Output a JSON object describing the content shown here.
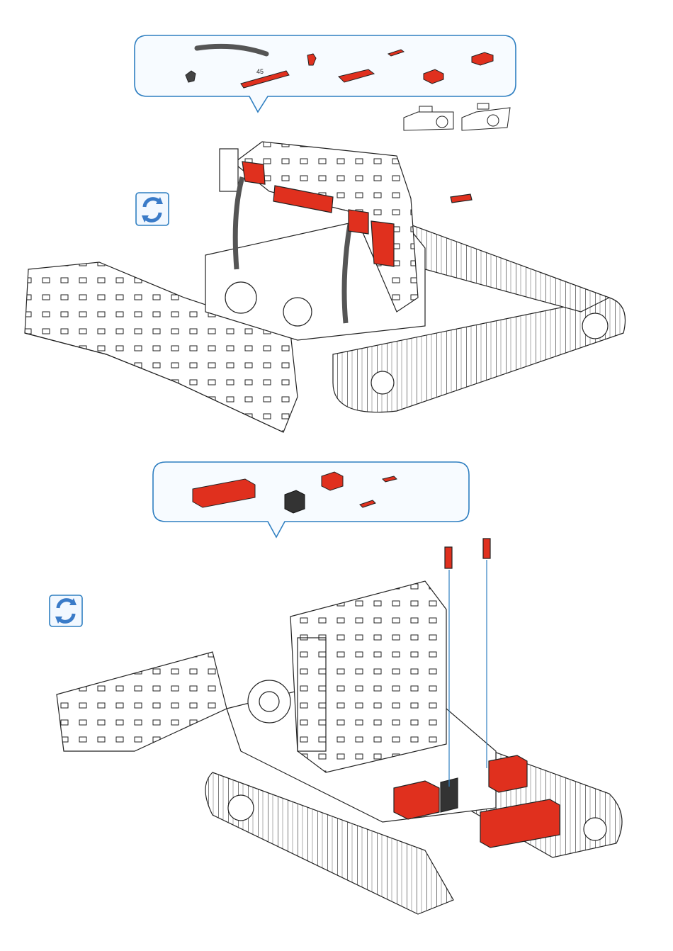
{
  "colors": {
    "accent_red": "#e0301e",
    "part_outline": "#222222",
    "bubble_stroke": "#2f7fc1",
    "bubble_fill": "#f7fbff",
    "rotate_icon_blue": "#3a7bc8",
    "hose_gray": "#555555"
  },
  "step1": {
    "parts_bubble": {
      "items": [
        {
          "name": "hose",
          "icon": "hose-icon"
        },
        {
          "name": "hose-connector",
          "icon": "hose-connector-icon"
        },
        {
          "name": "clip",
          "icon": "clip-icon"
        },
        {
          "name": "flat-plate-45",
          "icon": "plate-45-icon",
          "label": "45"
        },
        {
          "name": "building-plate",
          "icon": "building-plate-icon"
        },
        {
          "name": "building-block-small",
          "icon": "small-block-icon"
        },
        {
          "name": "angle-block",
          "icon": "angle-block-icon"
        },
        {
          "name": "lug",
          "icon": "lug-icon"
        }
      ]
    },
    "rotate_icon": "rotate-model-icon"
  },
  "step2": {
    "parts_bubble": {
      "items": [
        {
          "name": "red-long-block",
          "icon": "long-block-icon"
        },
        {
          "name": "black-block-stack",
          "icon": "black-block-icon"
        },
        {
          "name": "red-small-block",
          "icon": "small-block-icon"
        },
        {
          "name": "red-clip-a",
          "icon": "clip-icon"
        },
        {
          "name": "red-clip-b",
          "icon": "clip-icon"
        }
      ]
    },
    "rotate_icon": "rotate-model-icon"
  }
}
